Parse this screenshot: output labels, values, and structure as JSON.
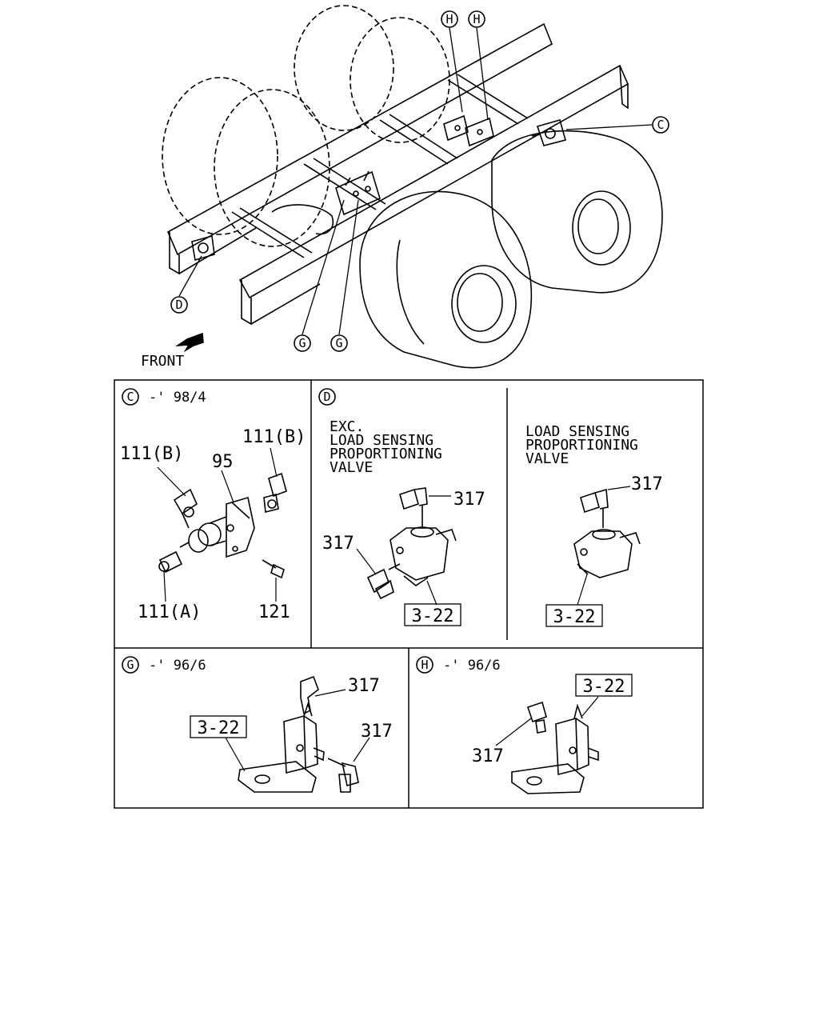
{
  "overview": {
    "callouts": {
      "h1": "H",
      "h2": "H",
      "c": "C",
      "d": "D",
      "g1": "G",
      "g2": "G"
    },
    "front_label": "FRONT"
  },
  "panel_c": {
    "letter": "C",
    "qualifier": "-' 98/4",
    "labels": {
      "p111b_left": "111(B)",
      "p111b_right": "111(B)",
      "p95": "95",
      "p111a": "111(A)",
      "p121": "121"
    }
  },
  "panel_d": {
    "letter": "D",
    "left": {
      "caption": [
        "EXC.",
        "LOAD SENSING",
        "PROPORTIONING",
        "VALVE"
      ],
      "p317_top": "317",
      "p317_left": "317",
      "ref": "3-22"
    },
    "right": {
      "caption": [
        "LOAD SENSING",
        "PROPORTIONING",
        "VALVE"
      ],
      "p317": "317",
      "ref": "3-22"
    }
  },
  "panel_g": {
    "letter": "G",
    "qualifier": "-' 96/6",
    "p317_top": "317",
    "p317_right": "317",
    "ref": "3-22"
  },
  "panel_h": {
    "letter": "H",
    "qualifier": "-' 96/6",
    "p317": "317",
    "ref": "3-22"
  }
}
